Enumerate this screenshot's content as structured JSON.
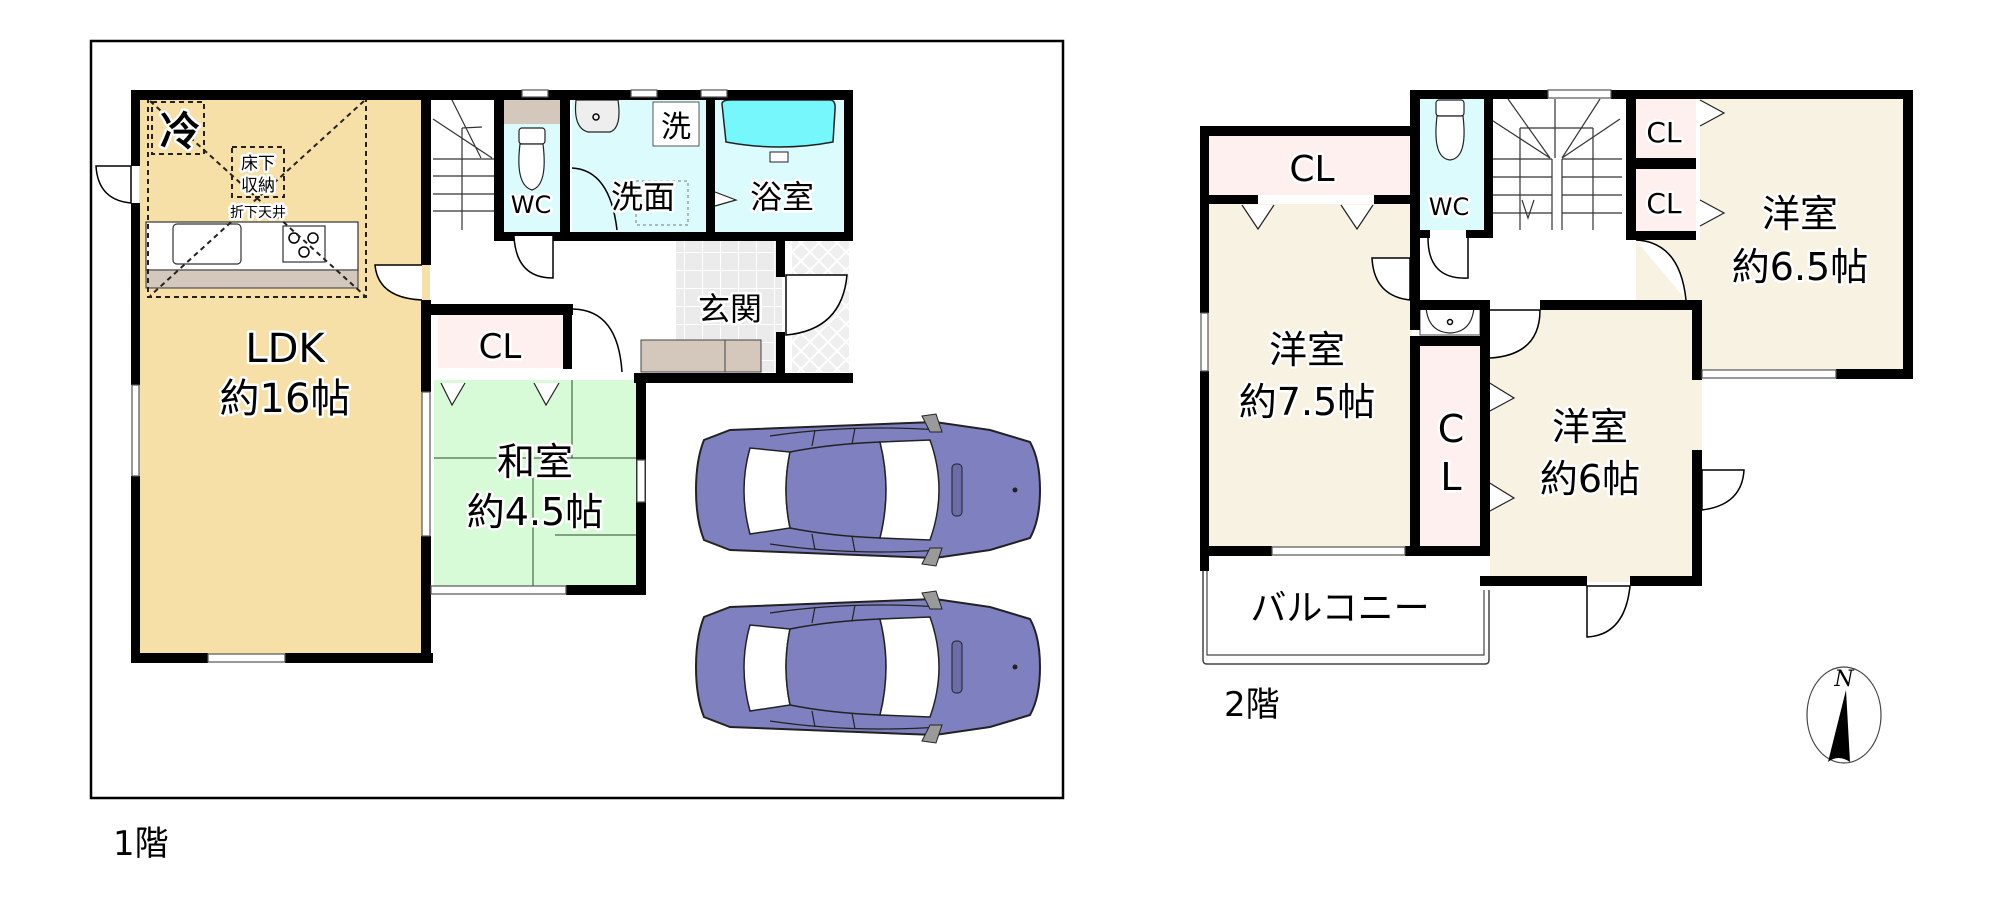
{
  "floor1": {
    "label": "1階",
    "rooms": {
      "fridge": "冷",
      "underfloor_storage_1": "床下",
      "underfloor_storage_2": "収納",
      "dropped_ceiling": "折下天井",
      "ldk_name": "LDK",
      "ldk_size": "約16帖",
      "wc": "WC",
      "washroom": "洗面",
      "washer": "洗",
      "bathroom": "浴室",
      "entrance": "玄関",
      "closet": "CL",
      "japanese_room_name": "和室",
      "japanese_room_size": "約4.5帖"
    },
    "parking_spaces": 2
  },
  "floor2": {
    "label": "2階",
    "rooms": {
      "closet_top": "CL",
      "wc": "WC",
      "closet_small_1": "CL",
      "closet_small_2": "CL",
      "western_a_name": "洋室",
      "western_a_size": "約6.5帖",
      "western_b_name": "洋室",
      "western_b_size": "約7.5帖",
      "closet_vertical_c": "C",
      "closet_vertical_l": "L",
      "western_c_name": "洋室",
      "western_c_size": "約6帖",
      "balcony": "バルコニー"
    }
  },
  "compass": {
    "north_label": "N"
  },
  "colors": {
    "ldk_floor": "#f6e0a8",
    "wet_area": "#dcfbfd",
    "bathtub": "#75f7fb",
    "closet": "#fdf0ef",
    "japanese_room": "#d7fbd7",
    "western_room": "#f8f2e2",
    "entrance_tile": "#ebebeb",
    "storage_beige": "#d3c8bb",
    "car_body": "#7f80c0"
  }
}
